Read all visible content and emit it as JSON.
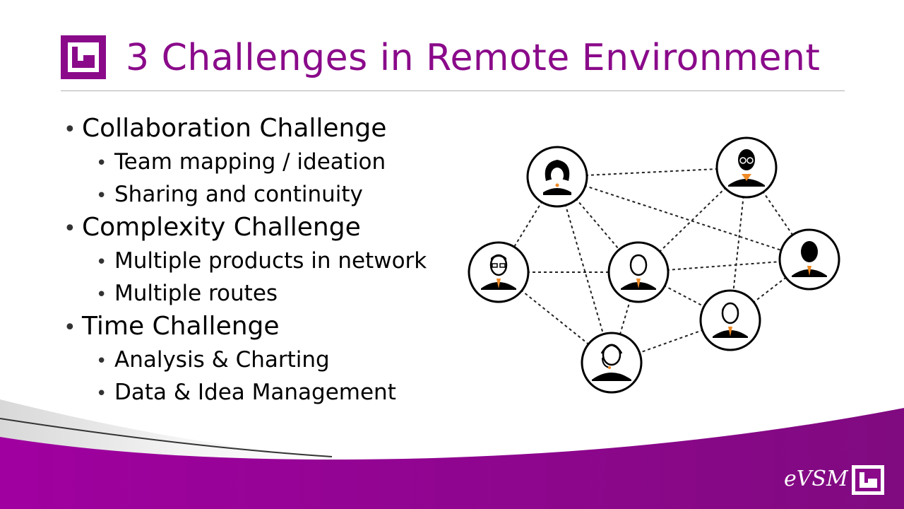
{
  "slide": {
    "title": "3 Challenges in Remote Environment",
    "accent_color": "#8a0a8a",
    "bullets": [
      {
        "label": "Collaboration  Challenge",
        "subitems": [
          "Team mapping / ideation",
          "Sharing and continuity"
        ]
      },
      {
        "label": "Complexity  Challenge",
        "subitems": [
          "Multiple products in network",
          "Multiple routes"
        ]
      },
      {
        "label": "Time Challenge",
        "subitems": [
          "Analysis & Charting",
          "Data & Idea Management"
        ]
      }
    ],
    "network": {
      "nodes": [
        "woman-avatar-icon",
        "man-glasses-avatar-icon",
        "man-tie-avatar-icon",
        "man-silhouette-avatar-icon",
        "businessman-avatar-icon",
        "man-suit-avatar-icon",
        "headset-operator-avatar-icon"
      ],
      "link_color": "#222222",
      "tie_color": "#f08a24"
    },
    "brand": {
      "text": "eVSM"
    }
  }
}
